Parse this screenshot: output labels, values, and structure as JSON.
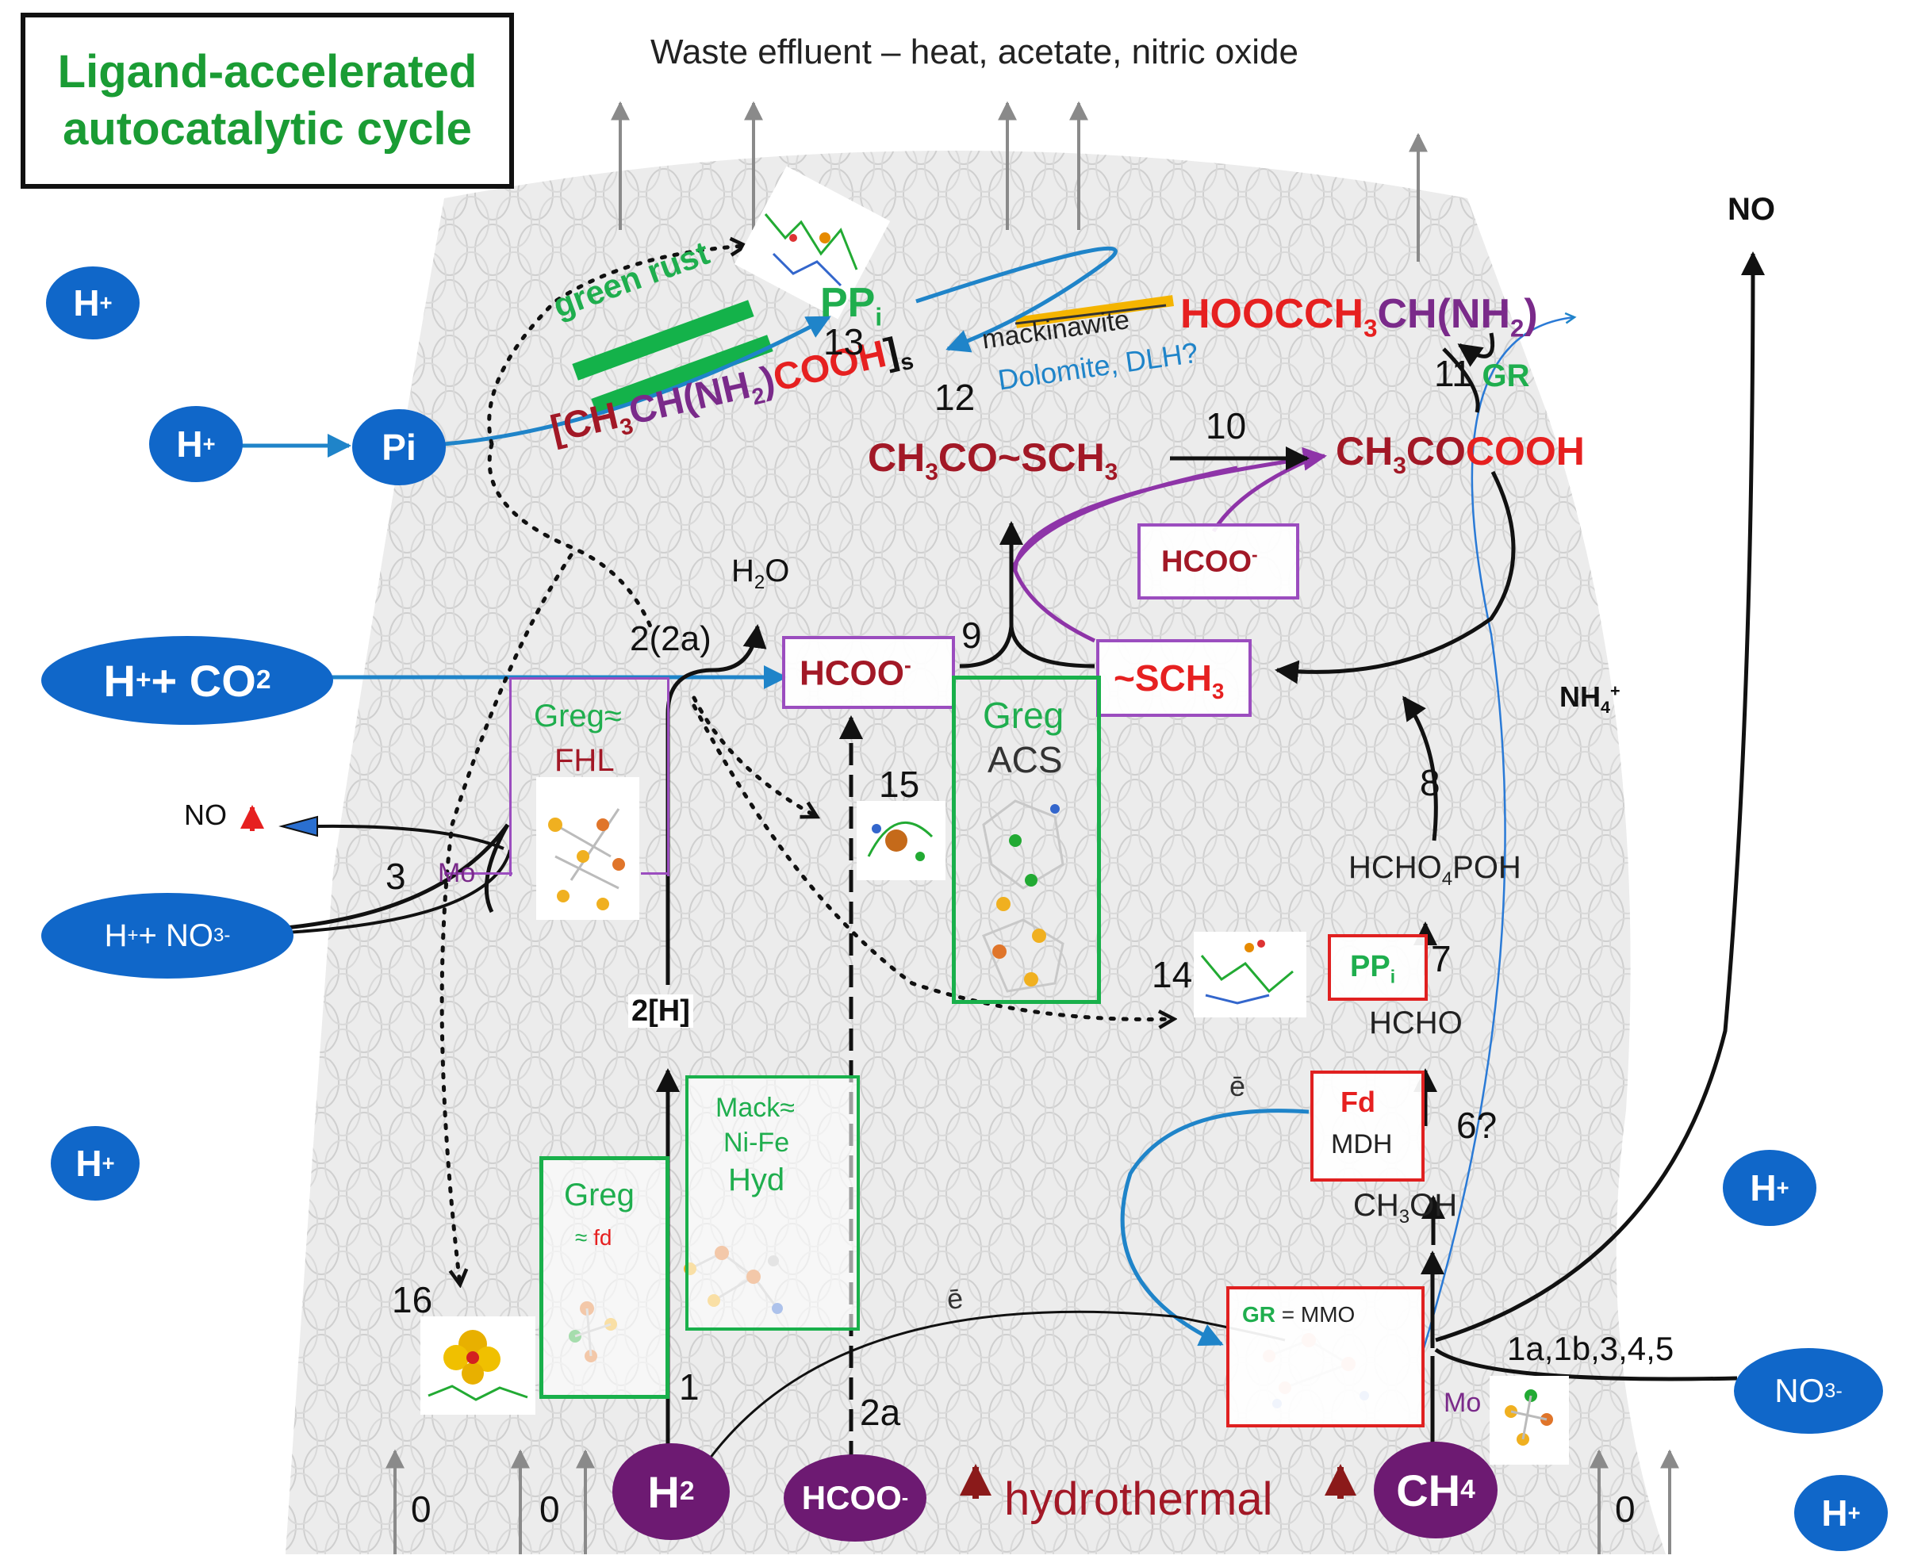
{
  "title": {
    "line1": "Ligand-accelerated",
    "line2": "autocatalytic cycle"
  },
  "header_text": "Waste effluent – heat, acetate, nitric oxide",
  "nodes": {
    "h_plus": "H",
    "pi": "Pi",
    "h_co2": "H",
    "co2_text": " + CO",
    "h_no3": "H",
    "no3_text": " + NO",
    "no3": "NO",
    "h2": "H",
    "hcoo_bottom": "HCOO",
    "ch4": "CH",
    "hydrothermal": "hydrothermal"
  },
  "labels": {
    "green_rust": "green rust",
    "mackinawite": "mackinawite",
    "dolomite": "Dolomite, DLH?",
    "ppi_top": "PP",
    "ppi_sub": "i",
    "alanine_bracket": "[CH",
    "alanine_mid": "CH(NH",
    "alanine_end": "COOH",
    "alanine_tail": "]",
    "alanine_s": "s",
    "hooc": "HOOCCH",
    "hooc_mid": "CH(NH",
    "hooc_end": ")",
    "thioester_a": "CH",
    "thioester_b": "CO~SCH",
    "pyruvate_a": "CH",
    "pyruvate_b": "CO",
    "pyruvate_c": "COOH",
    "hcoo_box": "HCOO",
    "hcoo_box2": "HCOO",
    "sch3": "~SCH",
    "h2o_h": "H",
    "h2o_o": "O",
    "nh4": "NH",
    "no_top": "NO",
    "no_left": "NO",
    "hcho4poh": "HCHO",
    "hcho4poh_b": "POH",
    "hcho": "HCHO",
    "ch3oh_a": "CH",
    "ch3oh_b": "OH",
    "two_h": "2[H]",
    "mo_left": "Mo",
    "mo_right": "Mo",
    "e_top": "ē",
    "e_bottom": "ē",
    "ppi_box": "PP",
    "fd": "Fd",
    "mdh": "MDH",
    "gr_mmo_a": "GR",
    "gr_mmo_b": " = MMO",
    "gr_label": "GR",
    "greg_fhl_a": "Greg≈",
    "greg_fhl_b": "FHL",
    "greg_acs_a": "Greg",
    "greg_acs_b": "ACS",
    "greg_fd_a": "Greg",
    "greg_fd_b": "≈ ",
    "greg_fd_c": "fd",
    "mack_a": "Mack≈",
    "mack_b": "Ni-Fe",
    "mack_c": "Hyd"
  },
  "steps": {
    "s0a": "0",
    "s0b": "0",
    "s0c": "0",
    "s1": "1",
    "s1a": "1a,1b,3,4,5",
    "s2": "2(2a)",
    "s2a": "2a",
    "s3": "3",
    "s6": "6?",
    "s7": "7",
    "s8": "8",
    "s9": "9",
    "s10": "10",
    "s11": "11",
    "s12": "12",
    "s13": "13",
    "s14": "14",
    "s15": "15",
    "s16": "16"
  },
  "colors": {
    "title_green": "#1a9c34",
    "node_blue": "#1067c9",
    "node_purple": "#6d1a72",
    "arrow_blue": "#1f84c9",
    "arrow_purple": "#8e34a8",
    "box_green": "#19b04b",
    "box_red": "#e02020",
    "box_purple": "#9b4dbf",
    "label_darkred": "#a21826",
    "bar_green": "#14b24a",
    "bar_yellow": "#f4b400"
  }
}
